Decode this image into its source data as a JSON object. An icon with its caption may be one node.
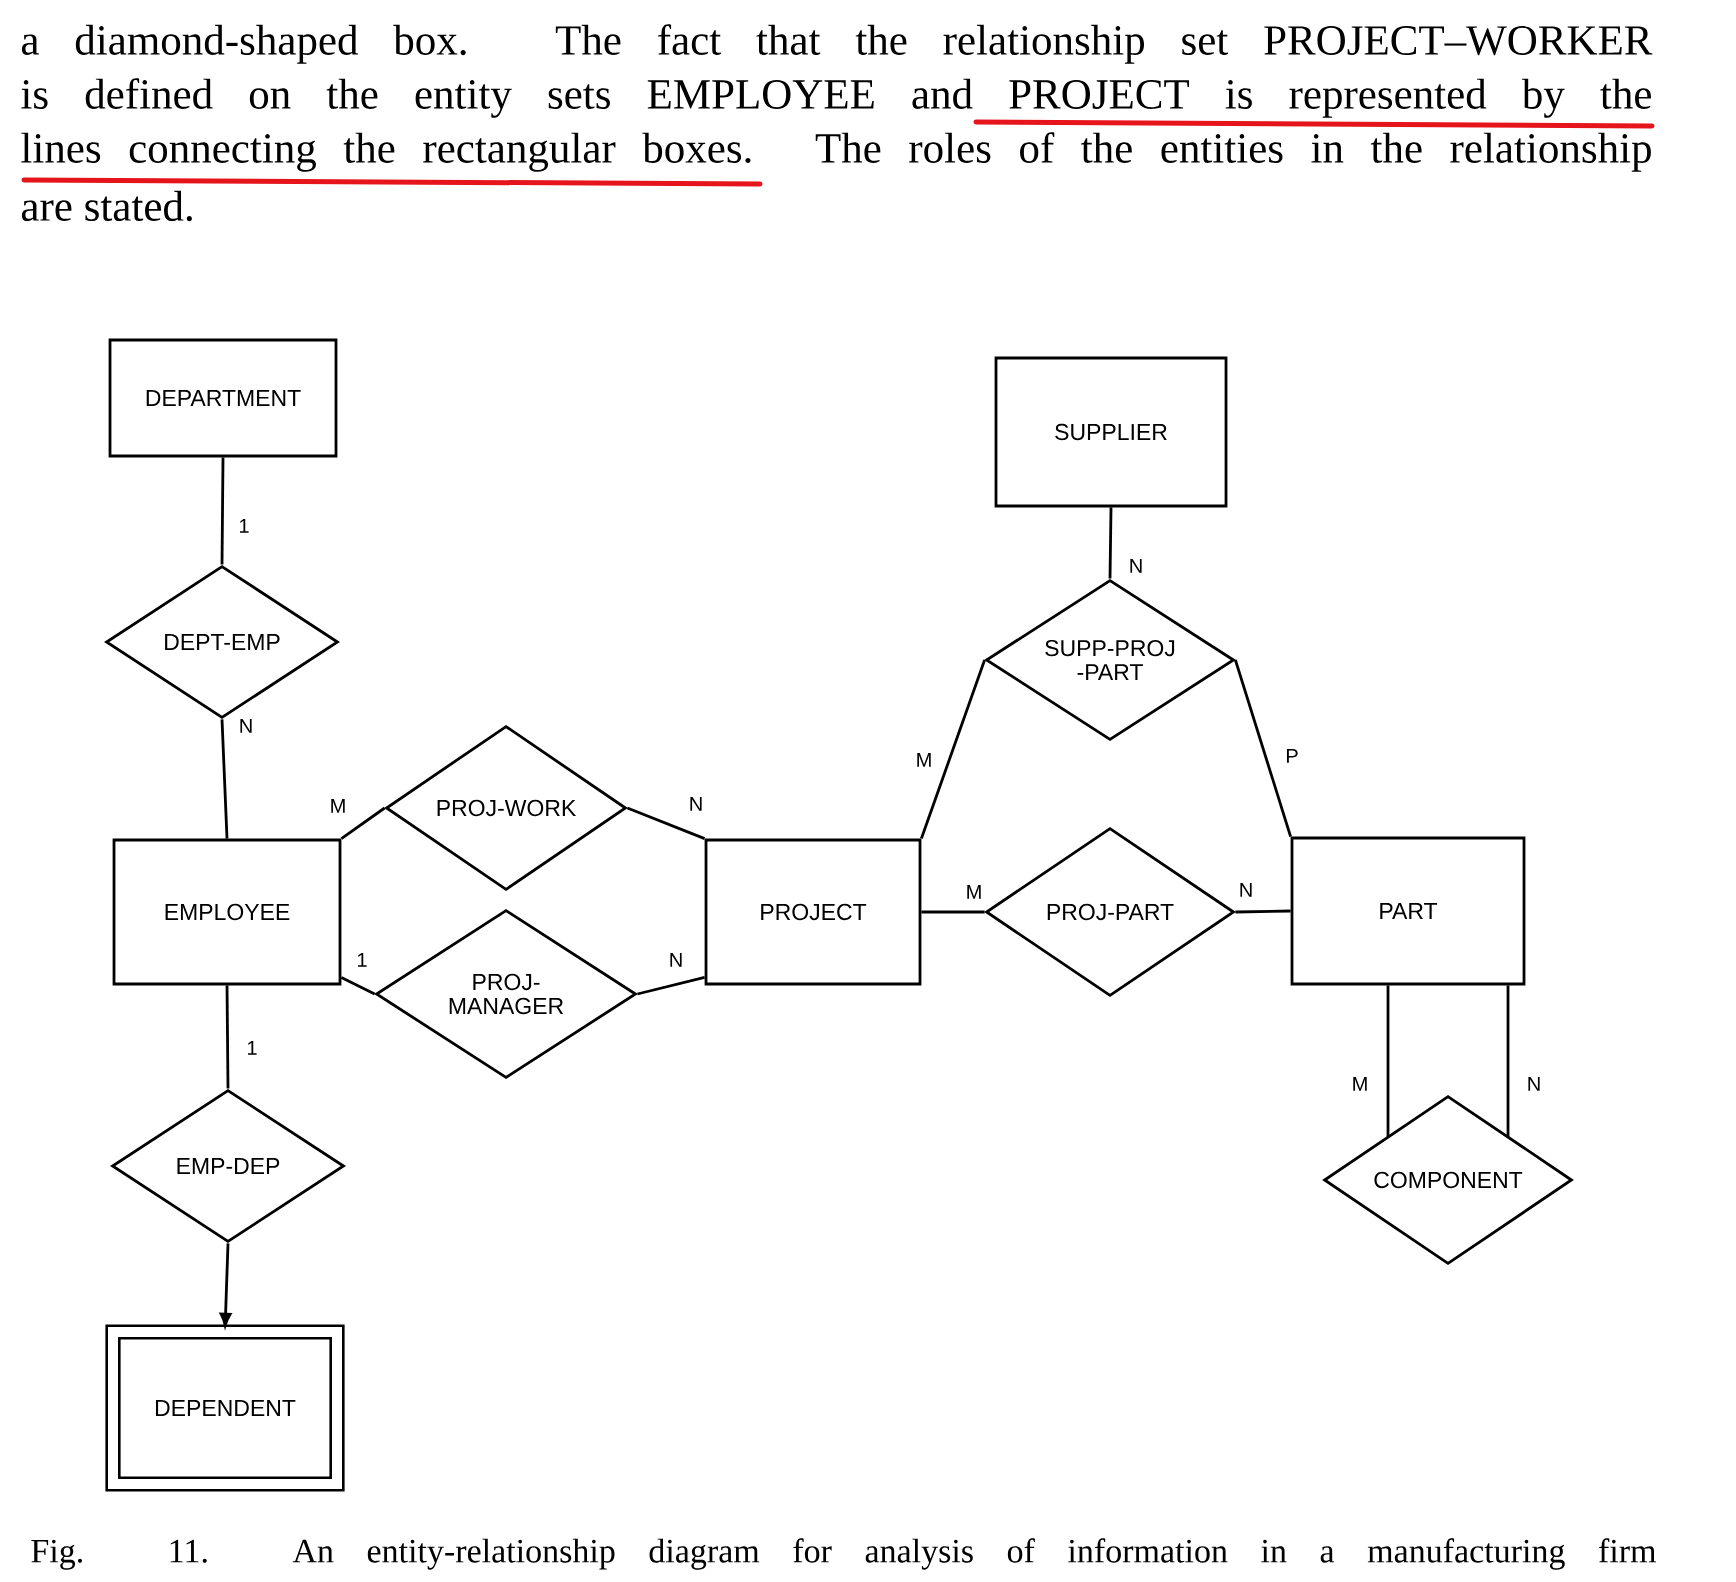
{
  "diagram": {
    "caption": "Fig. 11. An entity-relationship diagram for analysis of information in a manufacturing firm",
    "nodes": [
      {
        "text": [
          "DEPARTMENT"
        ]
      },
      {
        "text": [
          "DEPT-EMP"
        ]
      },
      {
        "text": [
          "EMPLOYEE"
        ]
      },
      {
        "text": [
          "PROJ-WORK"
        ]
      },
      {
        "text": [
          "PROJ-MANAGER"
        ]
      },
      {
        "text": [
          "PROJECT"
        ]
      },
      {
        "text": [
          "SUPPLIER"
        ]
      },
      {
        "text": [
          "SUPP-PROJ -PART"
        ]
      },
      {
        "text": [
          "PROJ-PART"
        ]
      },
      {
        "text": [
          "PART"
        ]
      },
      {
        "text": [
          "EMP-DEP"
        ]
      },
      {
        "text": [
          "DEPENDENT"
        ]
      },
      {
        "text": [
          "COMPONENT"
        ]
      }
    ],
    "edges": [
      {
        "from": 0,
        "to": 1,
        "arrow": "none",
        "label": "1"
      },
      {
        "from": 1,
        "to": 2,
        "arrow": "none",
        "label": "N"
      },
      {
        "from": 2,
        "to": 3,
        "arrow": "none",
        "label": "M"
      },
      {
        "from": 3,
        "to": 5,
        "arrow": "none",
        "label": "N"
      },
      {
        "from": 2,
        "to": 4,
        "arrow": "none",
        "label": "1"
      },
      {
        "from": 4,
        "to": 5,
        "arrow": "none",
        "label": "N"
      },
      {
        "from": 5,
        "to": 7,
        "arrow": "none",
        "label": "M"
      },
      {
        "from": 6,
        "to": 7,
        "arrow": "none",
        "label": "N"
      },
      {
        "from": 7,
        "to": 9,
        "arrow": "none",
        "label": "P"
      },
      {
        "from": 5,
        "to": 8,
        "arrow": "none",
        "label": "M"
      },
      {
        "from": 8,
        "to": 9,
        "arrow": "none",
        "label": "N"
      },
      {
        "from": 9,
        "to": 12,
        "arrow": "none",
        "label": "M"
      },
      {
        "from": 9,
        "to": 12,
        "arrow": "none",
        "label": "N"
      },
      {
        "from": 2,
        "to": 10,
        "arrow": "none",
        "label": "1"
      },
      {
        "from": 10,
        "to": 11,
        "arrow": "to"
      }
    ],
    "labels": [
      "a diamond-shaped box. The fact that the relationship set PROJECT–WORKER",
      "is defined on the entity sets EMPLOYEE and PROJECT is represented by the",
      "lines connecting the rectangular boxes. The roles of the entities in the relationship",
      "are stated."
    ]
  }
}
